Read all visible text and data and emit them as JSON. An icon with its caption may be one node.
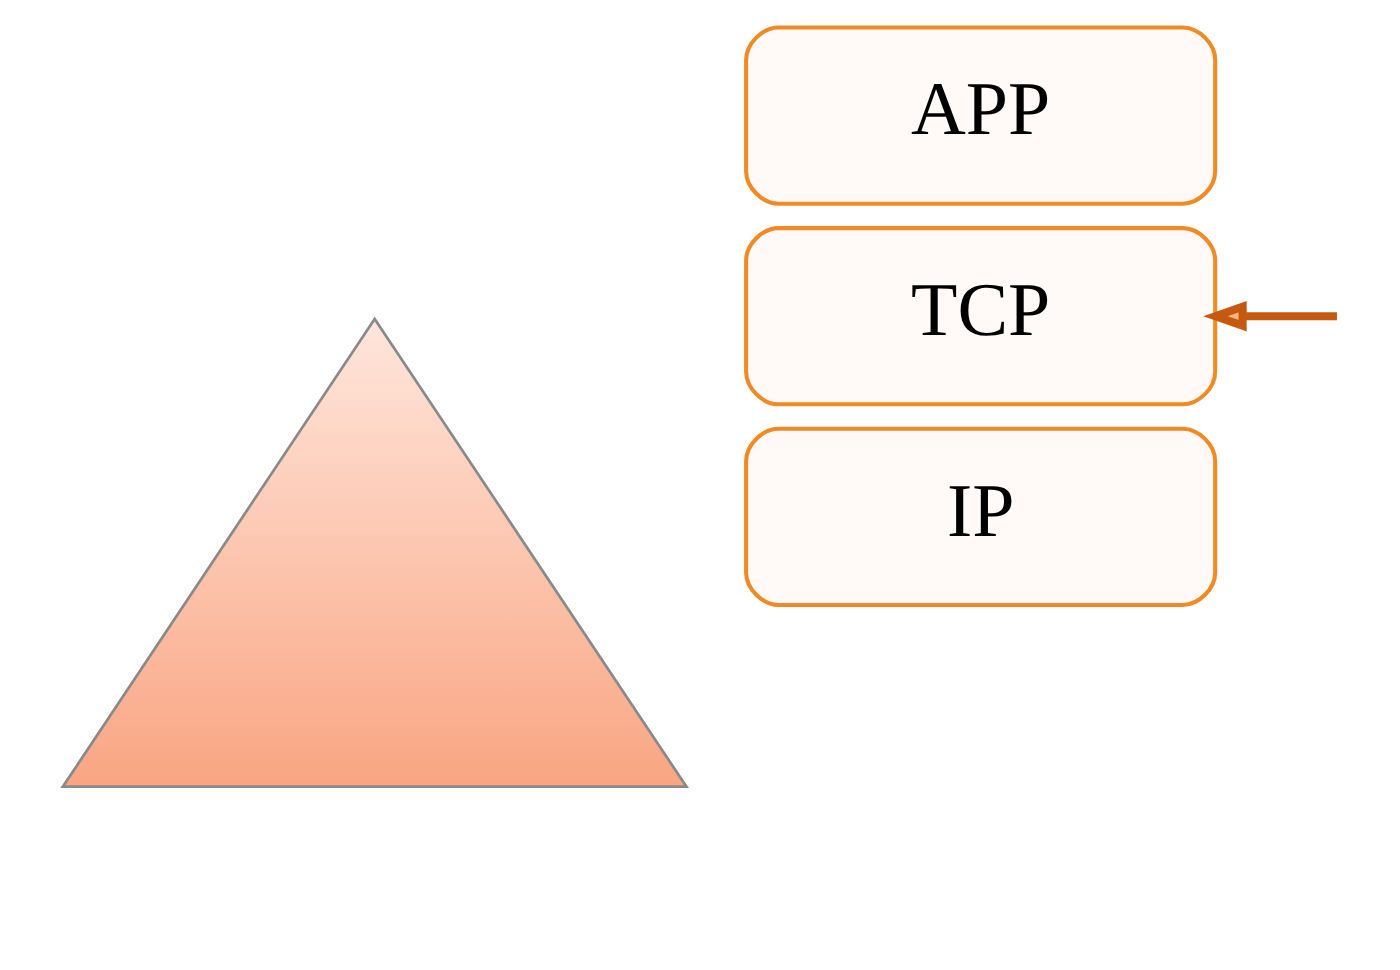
{
  "diagram": {
    "nodes": [
      {
        "text": [],
        "shape": "triangle"
      },
      {
        "text": [
          "APP"
        ]
      },
      {
        "text": [
          "TCP"
        ]
      },
      {
        "text": [
          "IP"
        ]
      }
    ],
    "edges": [
      {
        "from": null,
        "to": 2,
        "arrow": "to"
      }
    ]
  }
}
